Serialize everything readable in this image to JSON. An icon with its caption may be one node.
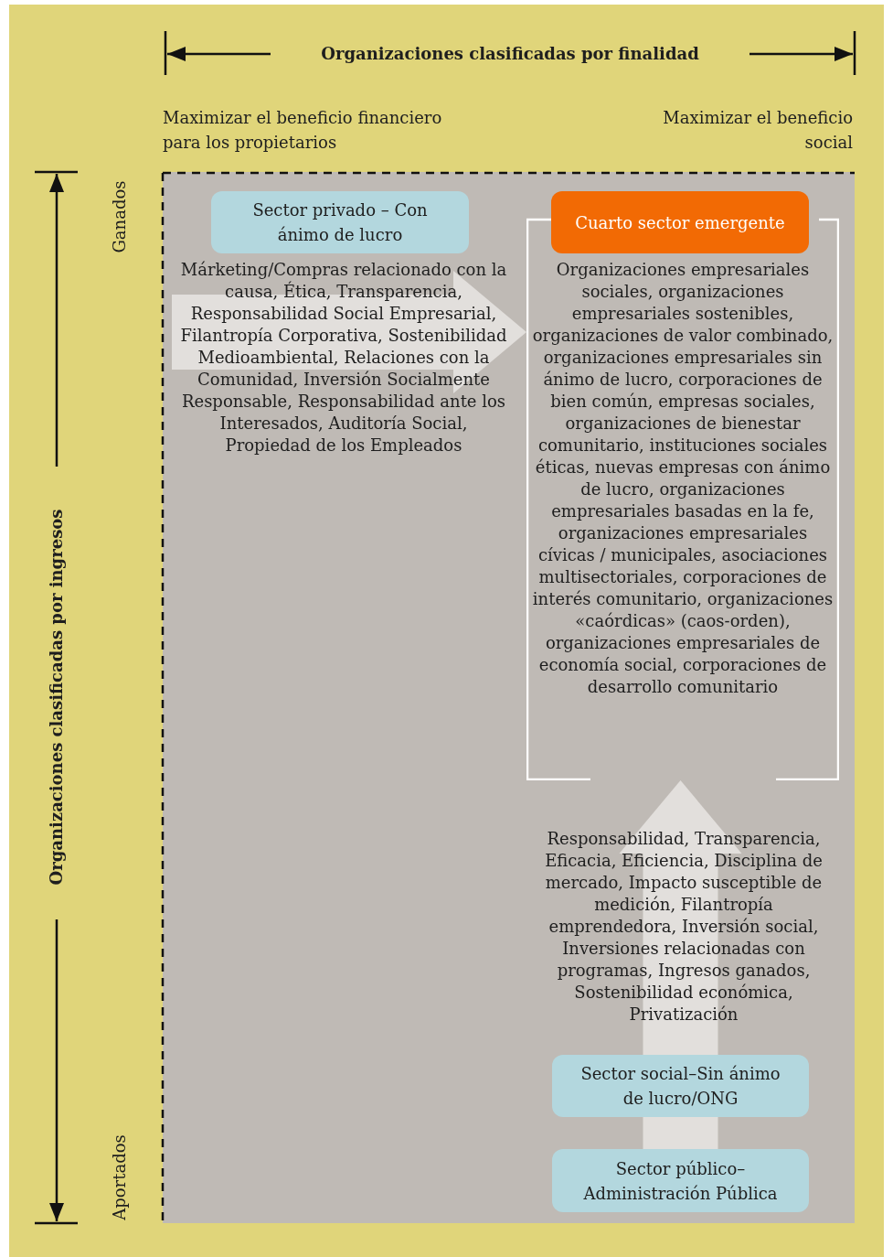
{
  "diagram": {
    "nodes": [
      {
        "text": [
          "Sector privado – Con ánimo de lucro"
        ]
      },
      {
        "text": [
          "Márketing/Compras relacionado con la causa, Ética, Transparencia, Responsabilidad Social Empresarial, Filantropía Corporativa, Sostenibilidad Medioambiental, Relaciones con la Comunidad, Inversión Socialmente Responsable, Responsabilidad ante los Interesados, Auditoría Social, Propiedad de los Empleados"
        ]
      },
      {
        "text": [
          "Cuarto sector emergente",
          "Organizaciones empresariales sociales, organizaciones empresariales sostenibles, organizaciones de valor combinado, organizaciones empresariales sin ánimo de lucro, corporaciones de bien común, empresas sociales, organizaciones de bienestar comunitario, instituciones sociales éticas, nuevas empresas con ánimo de lucro, organizaciones empresariales basadas en la fe, organizaciones empresariales cívicas / municipales, asociaciones multisectoriales, corporaciones de interés comunitario, organizaciones «caórdicas» (caos-orden), organizaciones empresariales de economía social, corporaciones de desarrollo comunitario"
        ]
      },
      {
        "text": [
          "Sector social–Sin ánimo de lucro/ONG"
        ]
      },
      {
        "text": [
          "Sector público–Administración Pública"
        ]
      }
    ],
    "edges": [
      {
        "from": 1,
        "to": 2,
        "arrow": "to"
      },
      {
        "from": 4,
        "to": 3,
        "arrow": "none"
      },
      {
        "from": 3,
        "to": 2,
        "arrow": "to"
      }
    ],
    "labels": [
      "Organizaciones clasificadas por finalidad",
      "Maximizar el beneficio financiero para los propietarios",
      "Maximizar el beneficio social",
      "Ganados",
      "Organizaciones clasificadas por ingresos",
      "Aportados",
      "Responsabilidad, Transparencia, Eficacia, Eficiencia, Disciplina de mercado, Impacto susceptible de medición, Filantropía emprendedora, Inversión social, Inversiones relacionadas con programas, Ingresos ganados, Sostenibilidad económica, Privatización"
    ]
  }
}
